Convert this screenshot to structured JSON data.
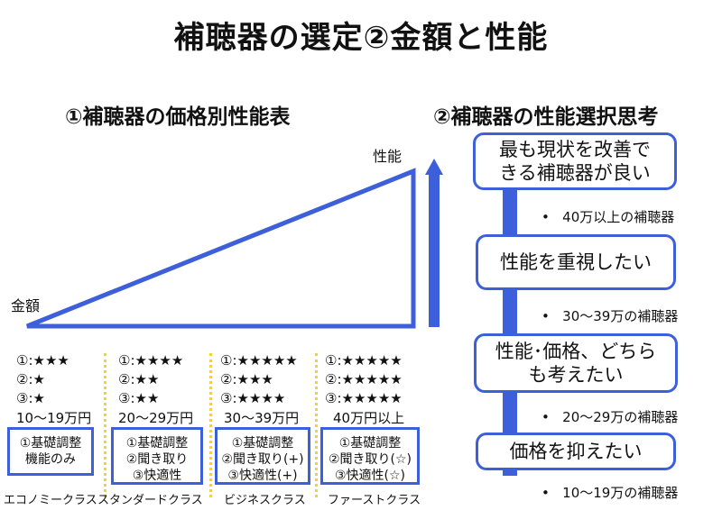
{
  "title": "補聴器の選定②金額と性能",
  "left": {
    "heading": "①補聴器の価格別性能表",
    "y_axis": "性能",
    "x_axis": "金額",
    "classes": [
      {
        "ratings": [
          "①:★★★",
          "②:★",
          "③:★"
        ],
        "price": "10〜19万円",
        "features": [
          "①基礎調整",
          "機能のみ"
        ],
        "name": "エコノミークラス"
      },
      {
        "ratings": [
          "①:★★★★",
          "②:★★",
          "③:★★"
        ],
        "price": "20〜29万円",
        "features": [
          "①基礎調整",
          "②聞き取り",
          "③快適性"
        ],
        "name": "スタンダードクラス"
      },
      {
        "ratings": [
          "①:★★★★★",
          "②:★★★",
          "③:★★★★"
        ],
        "price": "30〜39万円",
        "features": [
          "①基礎調整",
          "②聞き取り(+)",
          "③快適性(+)"
        ],
        "name": "ビジネスクラス"
      },
      {
        "ratings": [
          "①:★★★★★",
          "②:★★★★★",
          "③:★★★★★"
        ],
        "price": "40万円以上",
        "features": [
          "①基礎調整",
          "②聞き取り(☆)",
          "③快適性(☆)"
        ],
        "name": "ファーストクラス"
      }
    ]
  },
  "right": {
    "heading": "②補聴器の性能選択思考",
    "steps": [
      {
        "lines": [
          "最も現状を改善で",
          "きる補聴器が良い"
        ],
        "result": "40万以上の補聴器"
      },
      {
        "lines": [
          "性能を重視したい"
        ],
        "result": "30〜39万の補聴器"
      },
      {
        "lines": [
          "性能･価格、どちら",
          "も考えたい"
        ],
        "result": "20〜29万の補聴器"
      },
      {
        "lines": [
          "価格を抑えたい"
        ],
        "result": "10〜19万の補聴器"
      }
    ]
  },
  "colors": {
    "accent": "#3d5fd9",
    "separator": "#f2d52b"
  }
}
